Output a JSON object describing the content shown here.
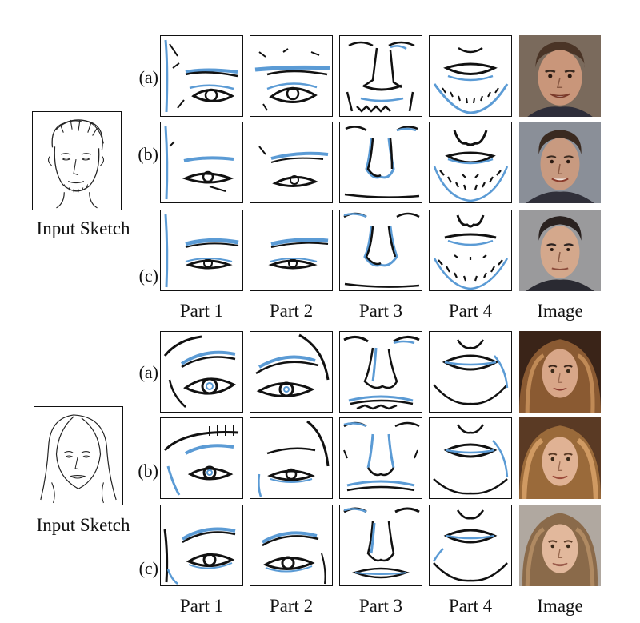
{
  "figure": {
    "groups": [
      {
        "id": "male",
        "input_caption": "Input Sketch",
        "rows": [
          "(a)",
          "(b)",
          "(c)"
        ],
        "columns": [
          "Part 1",
          "Part 2",
          "Part 3",
          "Part 4",
          "Image"
        ]
      },
      {
        "id": "female",
        "input_caption": "Input Sketch",
        "rows": [
          "(a)",
          "(b)",
          "(c)"
        ],
        "columns": [
          "Part 1",
          "Part 2",
          "Part 3",
          "Part 4",
          "Image"
        ]
      }
    ],
    "colors": {
      "sketch_line": "#111111",
      "blue_guide": "#5b9bd5",
      "male_bg": "#7a6a5c",
      "male_skin": "#c9967a",
      "female_hair": "#8a5a32",
      "female_skin": "#e0b294"
    }
  }
}
